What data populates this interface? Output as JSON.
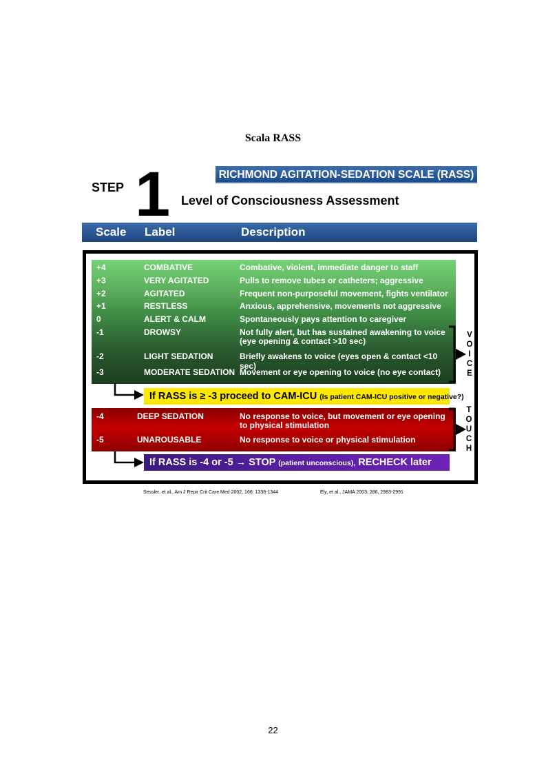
{
  "doc_title": "Scala RASS",
  "step": {
    "word": "STEP",
    "number": "1"
  },
  "banner": "RICHMOND AGITATION-SEDATION SCALE (RASS)",
  "section_title": "Level of Consciousness Assessment",
  "columns": {
    "scale": "Scale",
    "label": "Label",
    "description": "Description"
  },
  "green_rows": [
    {
      "scale": "+4",
      "label": "COMBATIVE",
      "description": "Combative, violent, immediate danger to staff"
    },
    {
      "scale": "+3",
      "label": "VERY AGITATED",
      "description": "Pulls to remove tubes or catheters; aggressive"
    },
    {
      "scale": "+2",
      "label": "AGITATED",
      "description": "Frequent non-purposeful movement, fights ventilator"
    },
    {
      "scale": "+1",
      "label": "RESTLESS",
      "description": "Anxious, apprehensive, movements not aggressive"
    },
    {
      "scale": "0",
      "label": "ALERT & CALM",
      "description": "Spontaneously pays attention to caregiver"
    },
    {
      "scale": "-1",
      "label": "DROWSY",
      "description": "Not fully alert, but has sustained awakening to voice",
      "description2": "(eye opening & contact >10 sec)"
    },
    {
      "scale": "-2",
      "label": "LIGHT SEDATION",
      "description": "Briefly awakens to voice (eyes open & contact <10 sec)"
    },
    {
      "scale": "-3",
      "label": "MODERATE SEDATION",
      "description": "Movement or eye opening to voice (no eye contact)"
    }
  ],
  "voice_letters": [
    "V",
    "O",
    "I",
    "C",
    "E"
  ],
  "yellow_bar": {
    "main": "If RASS is ≥ -3 proceed to CAM-ICU",
    "note": "(Is patient CAM-ICU positive or negative?)"
  },
  "red_rows": [
    {
      "scale": "-4",
      "label": "DEEP SEDATION",
      "description": "No response to voice, but movement or eye opening",
      "description2": "to physical stimulation"
    },
    {
      "scale": "-5",
      "label": "UNAROUSABLE",
      "description": "No response to voice or physical stimulation"
    }
  ],
  "touch_letters": [
    "T",
    "O",
    "U",
    "C",
    "H"
  ],
  "purple_bar": {
    "main": "If RASS is -4 or -5 → STOP",
    "note": "(patient unconscious),",
    "end": "RECHECK later"
  },
  "citations": {
    "left": "Sessler, et al., Am J Repir Crit Care Med 2002, 166: 1338-1344",
    "right": "Ely, et al., JAMA 2003; 286, 2983-2991"
  },
  "page_number": "22",
  "colors": {
    "banner_blue": "#1f4a86",
    "green_top": "#74d276",
    "green_bottom": "#1b3d1f",
    "red": "#c40000",
    "yellow": "#ffe800",
    "purple": "#5e1fa8"
  }
}
